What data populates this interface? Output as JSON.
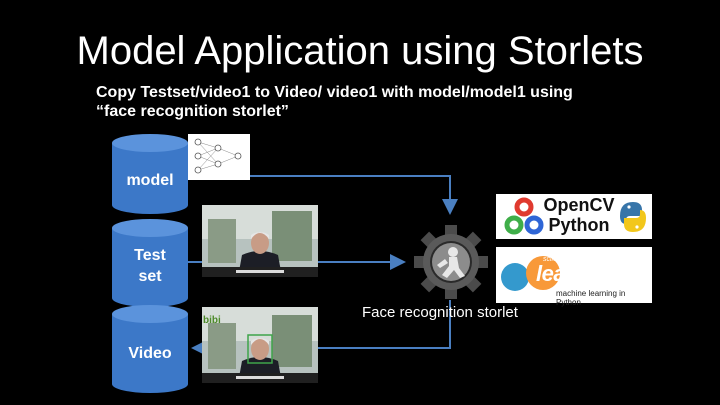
{
  "slide": {
    "title": "Model Application using Storlets",
    "subtitle_line1": "Copy Testset/video1 to Video/ video1 with model/model1 using",
    "subtitle_line2": "“face recognition storlet”"
  },
  "containers": [
    {
      "label": "model"
    },
    {
      "label_line1": "Test",
      "label_line2": "set"
    },
    {
      "label": "Video"
    }
  ],
  "storlet": {
    "label": "Face recognition storlet"
  },
  "thumb_caption": "bibi",
  "logos": {
    "opencv_line1": "OpenCV",
    "opencv_line2": "Python",
    "sklearn_small": "scikit",
    "sklearn_main": "learn",
    "sklearn_tagline": "machine learning in Python"
  },
  "colors": {
    "cylinder": "#3c78c8",
    "arrow": "#4a7fc1",
    "background": "#000000"
  }
}
